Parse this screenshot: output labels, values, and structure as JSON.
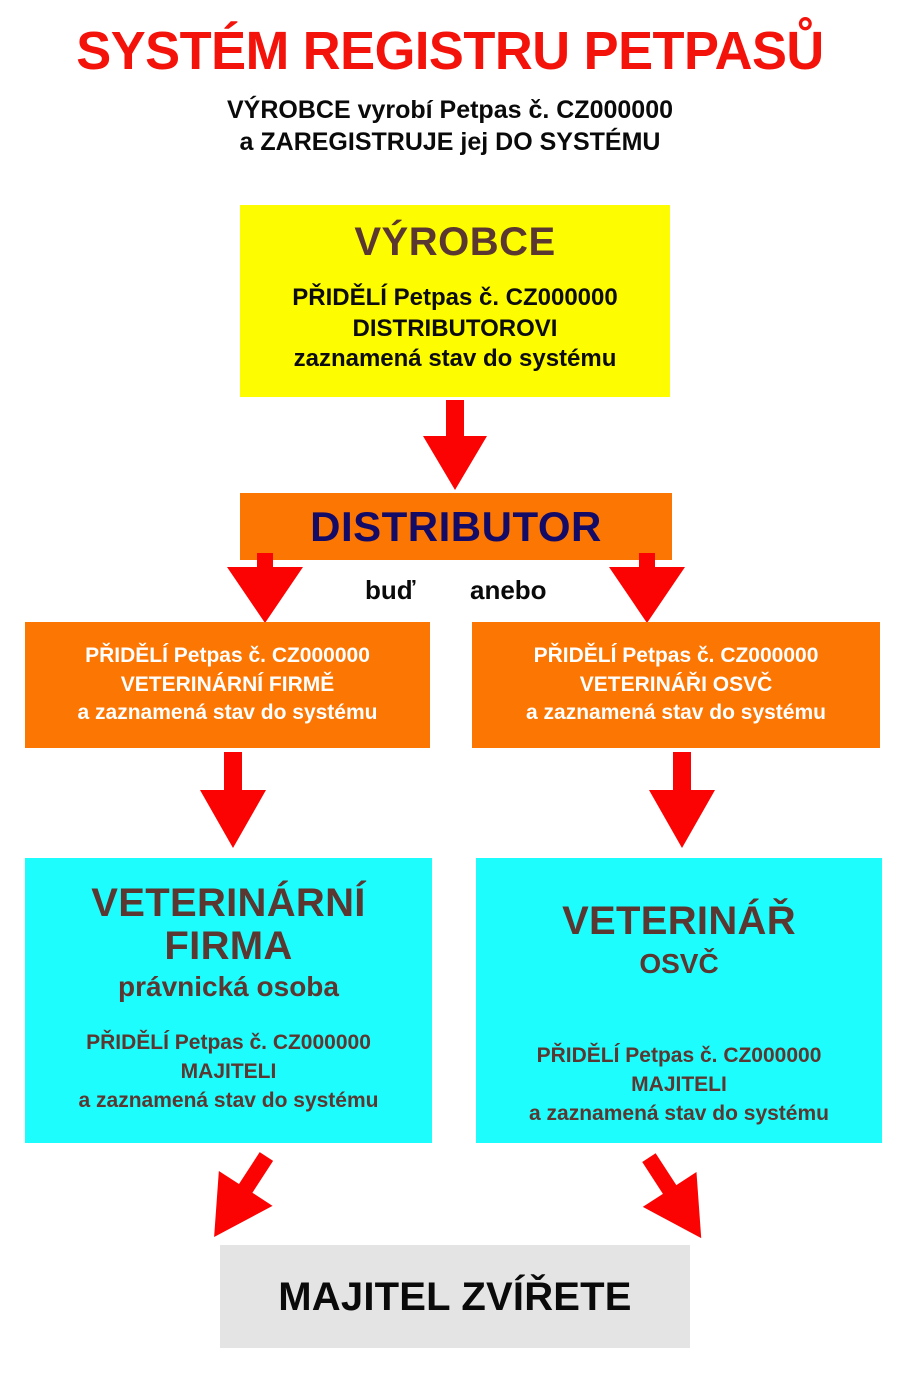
{
  "header": {
    "title": "SYSTÉM REGISTRU PETPASŮ",
    "subtitle_line1": "VÝROBCE vyrobí Petpas č. CZ000000",
    "subtitle_line2": "a ZAREGISTRUJE jej DO SYSTÉMU"
  },
  "colors": {
    "title_red": "#f4130b",
    "arrow_red": "#fc0303",
    "yellow": "#fdfc01",
    "orange": "#fc7604",
    "cyan": "#1efdfd",
    "gray": "#e4e4e4",
    "dark_brown": "#5a3730",
    "navy": "#140b66",
    "white": "#ffffff",
    "black": "#0a0a0a"
  },
  "nodes": {
    "manufacturer": {
      "heading": "VÝROBCE",
      "line1": "PŘIDĚLÍ Petpas č. CZ000000",
      "line2": "DISTRIBUTOROVI",
      "line3": "zaznamená stav do systému"
    },
    "distributor": {
      "heading": "DISTRIBUTOR"
    },
    "branch_labels": {
      "left": "buď",
      "right": "anebo"
    },
    "assign_to_vet_firm": {
      "line1": "PŘIDĚLÍ Petpas č. CZ000000",
      "line2": "VETERINÁRNÍ   FIRMĚ",
      "line3": "a zaznamená stav do systému"
    },
    "assign_to_vet_osvc": {
      "line1": "PŘIDĚLÍ Petpas č. CZ000000",
      "line2": "VETERINÁŘI   OSVČ",
      "line3": "a zaznamená stav do systému"
    },
    "vet_firm": {
      "heading_line1": "VETERINÁRNÍ",
      "heading_line2": "FIRMA",
      "subheading": "právnická osoba",
      "line1": "PŘIDĚLÍ Petpas č. CZ000000",
      "line2": "MAJITELI",
      "line3": "a zaznamená stav do systému"
    },
    "vet_osvc": {
      "heading": "VETERINÁŘ",
      "subheading": "OSVČ",
      "line1": "PŘIDĚLÍ Petpas č. CZ000000",
      "line2": "MAJITELI",
      "line3": "a zaznamená stav do systému"
    },
    "owner": {
      "heading": "MAJITEL ZVÍŘETE"
    }
  }
}
